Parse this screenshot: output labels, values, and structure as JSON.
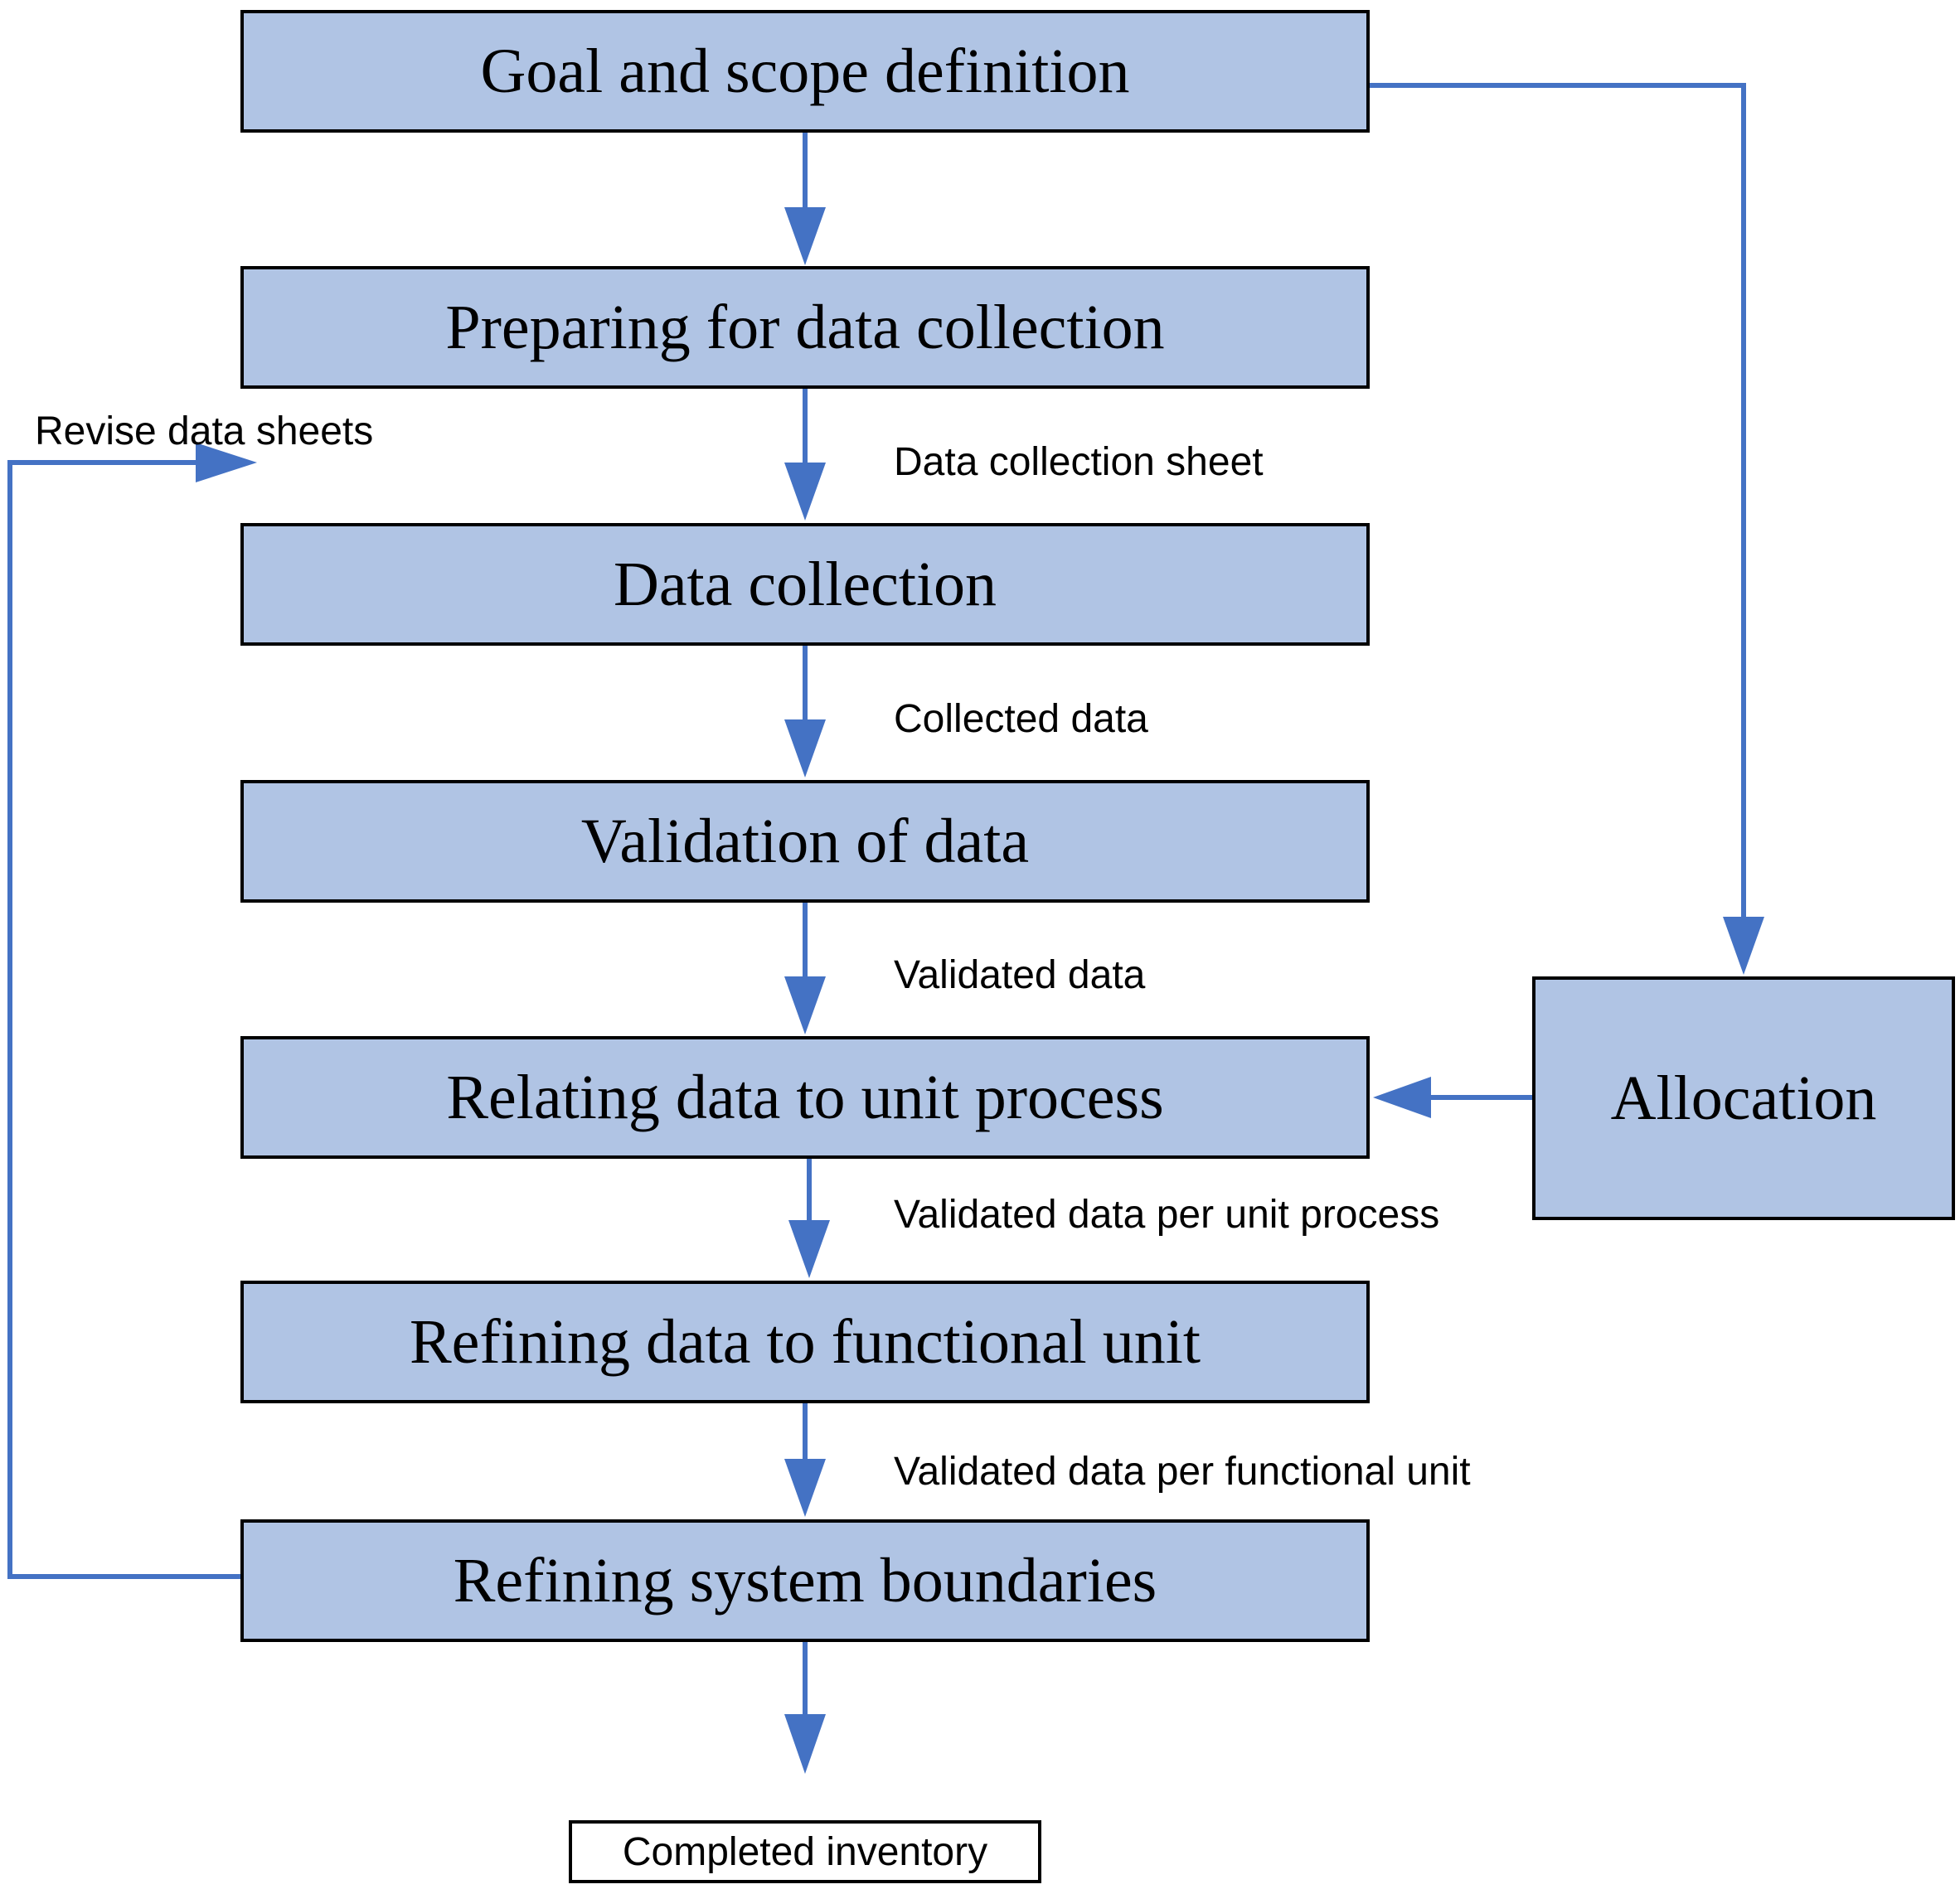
{
  "steps": [
    "Goal and scope definition",
    "Preparing for data collection",
    "Data collection",
    "Validation of data",
    "Relating data to unit process",
    "Refining data to functional unit",
    "Refining system boundaries"
  ],
  "allocation": "Allocation",
  "flow_labels": [
    "Data collection sheet",
    "Collected data",
    "Validated data",
    "Validated data per unit process",
    "Validated data per functional unit"
  ],
  "feedback_label": "Revise data sheets",
  "output": "Completed inventory",
  "colors": {
    "box_fill": "#b0c4e4",
    "arrow": "#4472c4"
  }
}
